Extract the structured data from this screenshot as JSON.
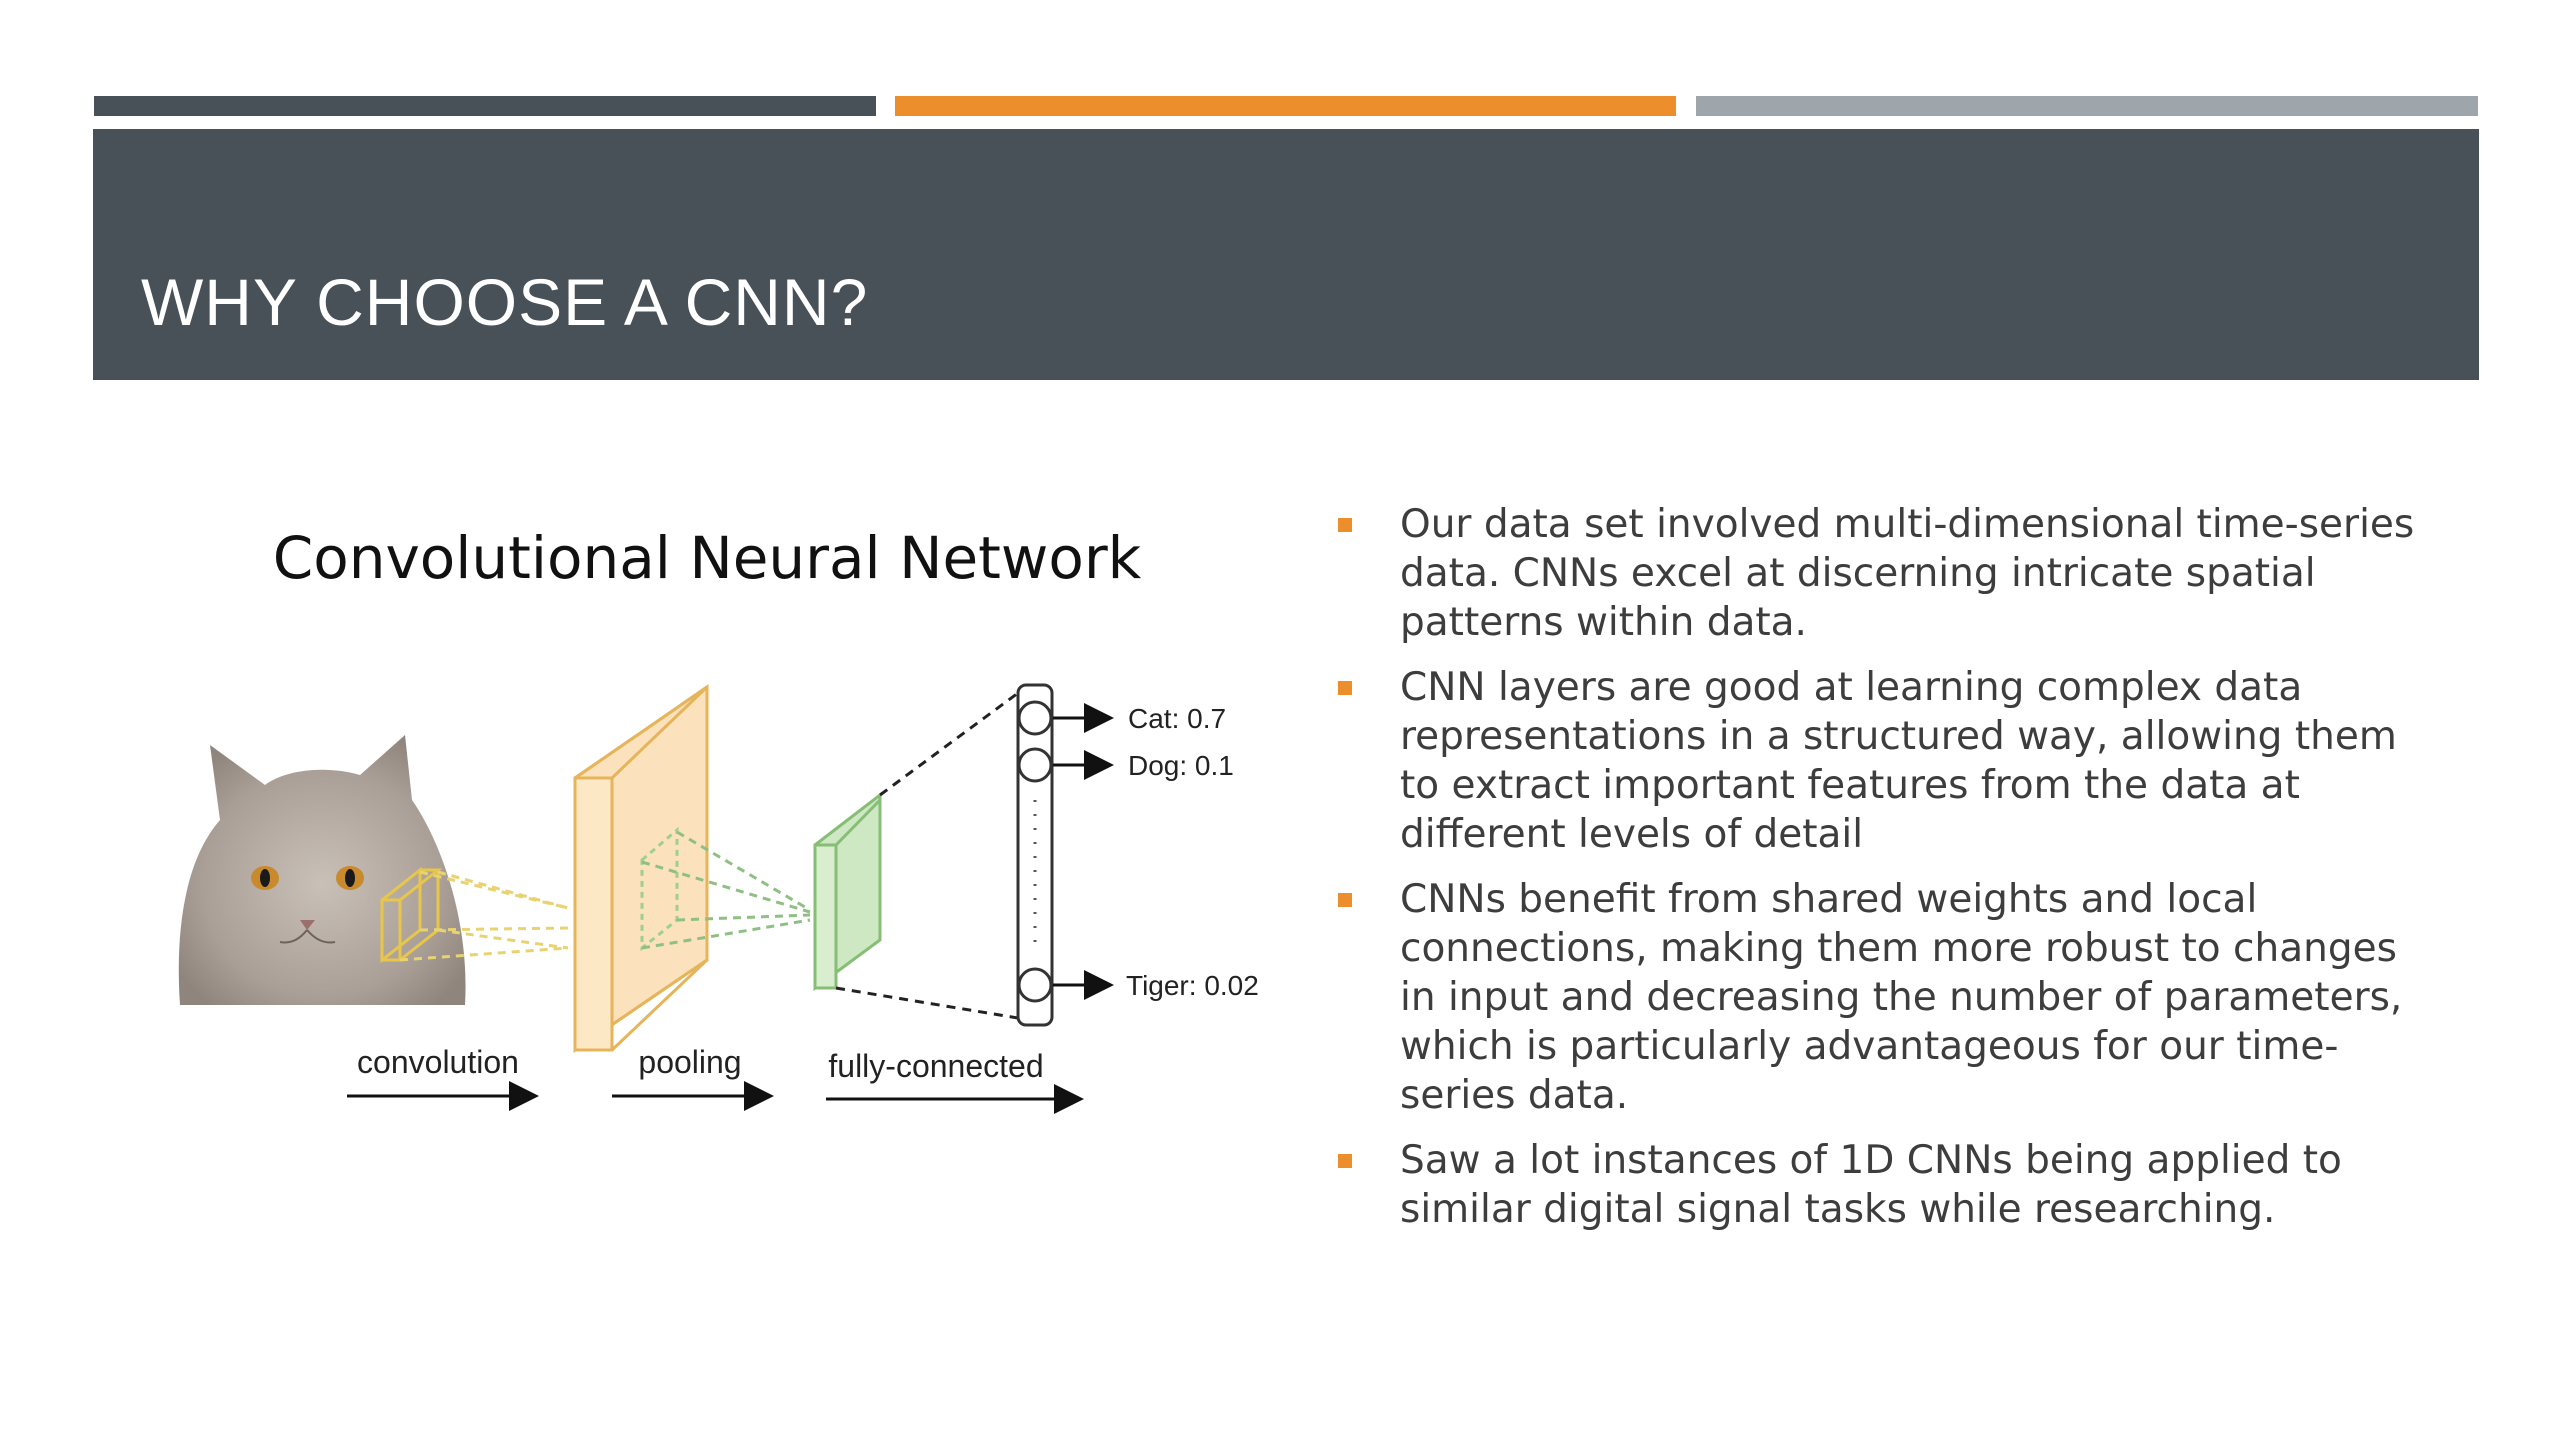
{
  "colors": {
    "dark": "#475157",
    "orange": "#ed8e2c",
    "gray": "#9ea6ab",
    "text": "#3d3d3d"
  },
  "slide": {
    "title": "WHY CHOOSE A CNN?"
  },
  "diagram": {
    "title": "Convolutional Neural Network",
    "outputs": [
      {
        "label": "Cat: 0.7"
      },
      {
        "label": "Dog: 0.1"
      },
      {
        "label": "Tiger: 0.02"
      }
    ],
    "stages": [
      "convolution",
      "pooling",
      "fully-connected"
    ]
  },
  "bullets": [
    {
      "text": "Our data set involved multi-dimensional time-series data. CNNs excel at discerning intricate spatial patterns within data."
    },
    {
      "text": "CNN layers are good at learning complex data representations in a structured way, allowing them to extract important features from the data at different levels of detail"
    },
    {
      "text": "CNNs benefit from shared weights and local connections, making them more robust to changes in input and decreasing the number of parameters, which is particularly advantageous for our time-series data."
    },
    {
      "text": "Saw a lot instances of 1D CNNs being applied to similar digital signal tasks while researching."
    }
  ]
}
